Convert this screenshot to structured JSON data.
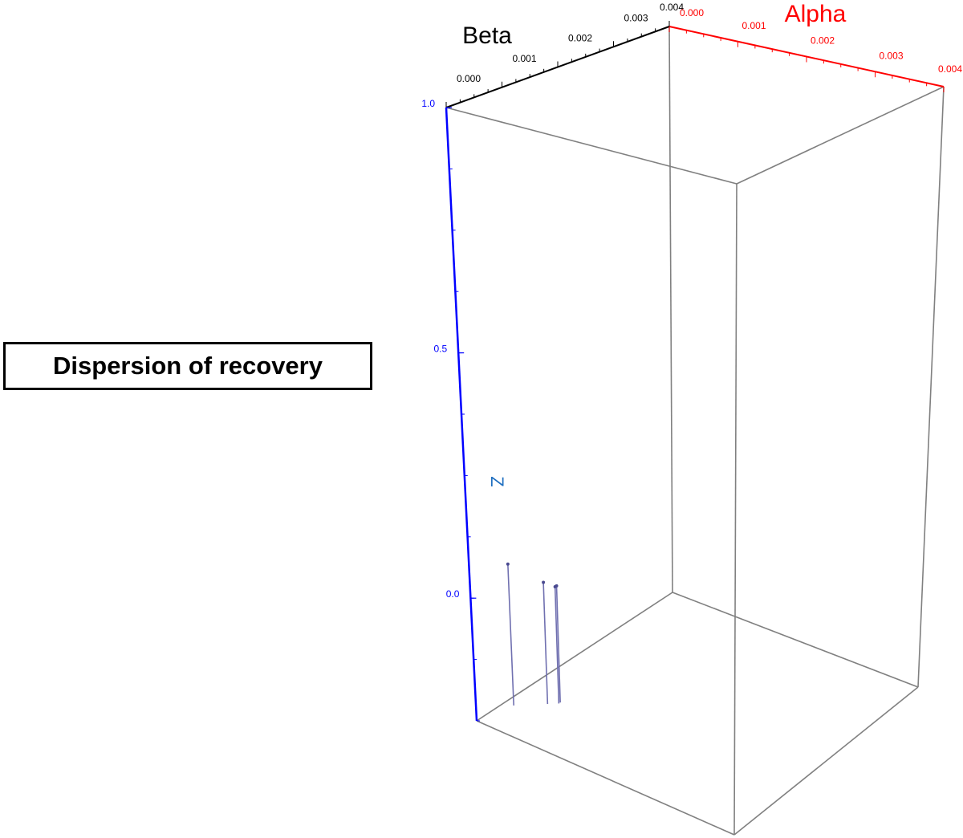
{
  "label_box": {
    "text": "Dispersion of recovery"
  },
  "chart_data": {
    "type": "line",
    "projection": "3d",
    "axes": {
      "alpha": {
        "label": "Alpha",
        "range": [
          0.0,
          0.004
        ],
        "ticks": [
          "0.000",
          "0.001",
          "0.002",
          "0.003",
          "0.004"
        ],
        "color": "#ff0000"
      },
      "beta": {
        "label": "Beta",
        "range": [
          0.0,
          0.004
        ],
        "ticks": [
          "0.000",
          "0.001",
          "0.002",
          "0.003",
          "0.004"
        ],
        "color": "#000000"
      },
      "z": {
        "label": "Z",
        "range": [
          -0.25,
          1.0
        ],
        "ticks": [
          "0.0",
          "0.5",
          "1.0"
        ],
        "color": "#0000ff"
      }
    },
    "series_color": "#7070b0",
    "box_color": "#808080",
    "traces": [
      {
        "alpha": 0.0002,
        "beta_top": 0.0005,
        "beta_bottom": 0.0005,
        "z_top": 0.05,
        "z_bottom": -0.24
      },
      {
        "alpha": 0.0005,
        "beta_top": 0.0008,
        "beta_bottom": 0.0008,
        "z_top": 0.01,
        "z_bottom": -0.24
      },
      {
        "alpha": 0.0006,
        "beta_top": 0.0009,
        "beta_bottom": 0.0009,
        "z_top": 0.0,
        "z_bottom": -0.24
      },
      {
        "alpha": 0.0006,
        "beta_top": 0.00093,
        "beta_bottom": 0.00093,
        "z_top": 0.0,
        "z_bottom": -0.24
      }
    ]
  }
}
